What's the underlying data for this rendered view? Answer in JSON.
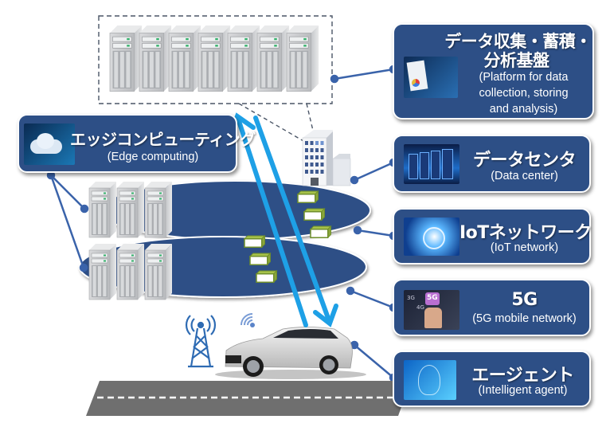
{
  "diagram": {
    "title": "Connected vehicle system overview",
    "colors": {
      "card_fill": "#2d4f86",
      "card_border": "#ffffff",
      "ellipse_fill": "#2d4f86",
      "arrow": "#1ea0e6",
      "connector": "#3a63aa",
      "road": "#6f6f6f",
      "packet_border": "#6f8f2b"
    },
    "cards": [
      {
        "id": "platform",
        "ja_lines": [
          "データ収集・蓄積・",
          "分析基盤"
        ],
        "en_lines": [
          "(Platform for data",
          "collection, storing",
          "and analysis)"
        ],
        "thumb": "document-analytics-image"
      },
      {
        "id": "edge",
        "ja": "エッジコンピューティング",
        "en": "(Edge computing)",
        "thumb": "cloud-image"
      },
      {
        "id": "datacenter",
        "ja": "データセンタ",
        "en": "(Data center)",
        "thumb": "server-racks-image"
      },
      {
        "id": "iot",
        "ja": "IoTネットワーク",
        "en": "(IoT network)",
        "thumb": "globe-network-image"
      },
      {
        "id": "5g",
        "ja": "5G",
        "en": "(5G mobile network)",
        "thumb": "5g-touch-image",
        "thumb_labels": [
          "3G",
          "4G",
          "5G"
        ]
      },
      {
        "id": "agent",
        "ja": "エージェント",
        "en": "(Intelligent agent)",
        "thumb": "ai-head-image"
      }
    ],
    "elements": {
      "cloud_servers_count": 7,
      "edge_server_groups": 2,
      "servers_per_group": 3,
      "network_layers": 2,
      "packets_per_layer": 3
    }
  }
}
